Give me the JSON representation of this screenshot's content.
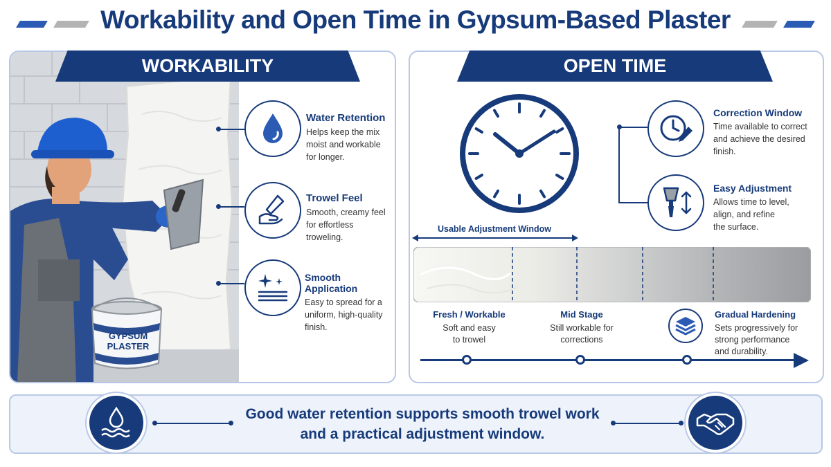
{
  "header": {
    "title": "Workability and Open Time in Gypsum-Based Plaster"
  },
  "workability": {
    "tab_label": "WORKABILITY",
    "bucket_label_line1": "GYPSUM",
    "bucket_label_line2": "PLASTER",
    "features": [
      {
        "icon": "water-drop-icon",
        "title": "Water Retention",
        "desc_lines": [
          "Helps keep the mix",
          "moist and workable",
          "for longer."
        ]
      },
      {
        "icon": "trowel-hand-icon",
        "title": "Trowel Feel",
        "desc_lines": [
          "Smooth, creamy feel",
          "for effortless",
          "troweling."
        ]
      },
      {
        "icon": "sparkle-lines-icon",
        "title": "Smooth Application",
        "desc_lines": [
          "Easy to spread for a",
          "uniform, high-quality",
          "finish."
        ]
      }
    ]
  },
  "open_time": {
    "tab_label": "OPEN TIME",
    "features": [
      {
        "icon": "clock-pencil-icon",
        "title": "Correction Window",
        "desc_lines": [
          "Time available to correct",
          "and achieve the desired",
          "finish."
        ]
      },
      {
        "icon": "spatula-arrow-icon",
        "title": "Easy Adjustment",
        "desc_lines": [
          "Allows time to level,",
          "align, and refine",
          "the surface."
        ]
      }
    ],
    "window_label": "Usable Adjustment Window",
    "stages": [
      {
        "title": "Fresh / Workable",
        "desc_lines": [
          "Soft and easy",
          "to trowel"
        ]
      },
      {
        "title": "Mid Stage",
        "desc_lines": [
          "Still workable for",
          "corrections"
        ]
      },
      {
        "title": "Gradual Hardening",
        "desc_lines": [
          "Sets progressively for",
          "strong performance",
          "and durability."
        ]
      }
    ]
  },
  "summary": {
    "line1": "Good water retention supports smooth trowel work",
    "line2": "and a practical adjustment window.",
    "left_icon": "water-waves-icon",
    "right_icon": "handshake-icon"
  },
  "colors": {
    "primary": "#163a7a",
    "accent": "#2b5bb5",
    "panel_border": "#b9c8e6",
    "light_bg": "#eef3fb"
  }
}
